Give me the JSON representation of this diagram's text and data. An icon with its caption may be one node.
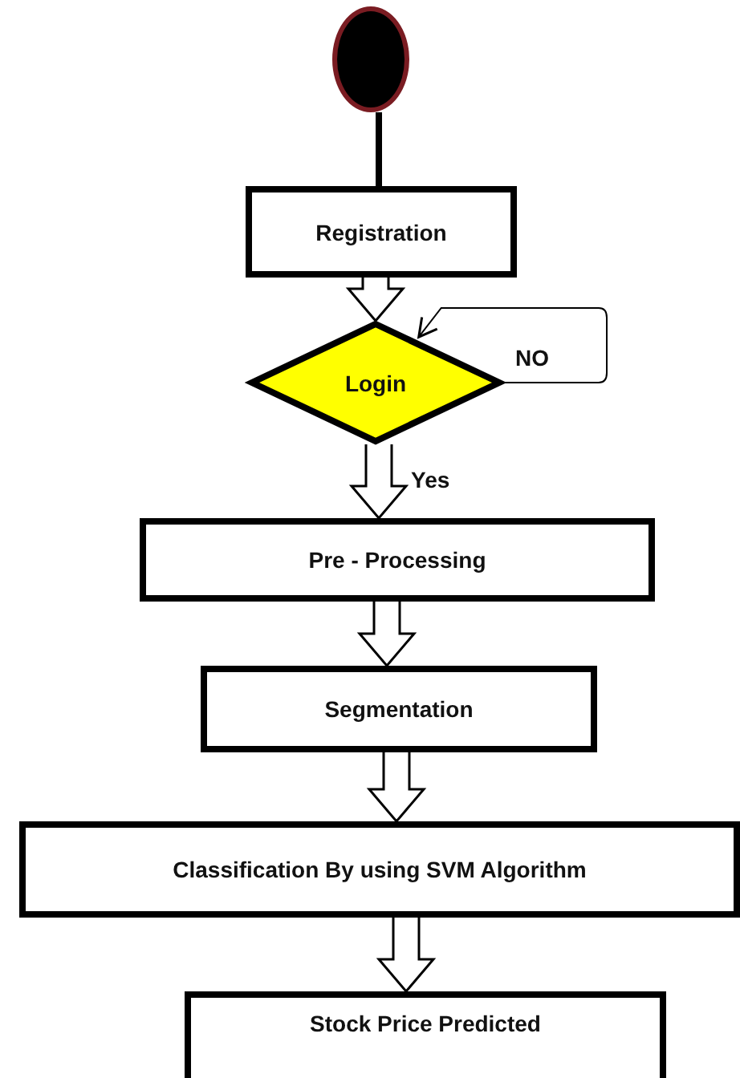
{
  "diagram": {
    "nodes": [
      {
        "text": [],
        "shape": "circle"
      },
      {
        "text": [
          "Registration"
        ]
      },
      {
        "text": [
          "Login"
        ]
      },
      {
        "text": [
          "Pre - Processing"
        ]
      },
      {
        "text": [
          "Segmentation"
        ]
      },
      {
        "text": [
          "Classification By using SVM Algorithm"
        ]
      },
      {
        "text": [
          "Stock Price Predicted"
        ]
      }
    ],
    "edges": [
      {
        "from": 0,
        "to": 1,
        "arrow": "none",
        "style": "thick"
      },
      {
        "from": 1,
        "to": 2,
        "arrow": "to"
      },
      {
        "from": 2,
        "to": 2,
        "arrow": "to",
        "label": "NO"
      },
      {
        "from": 2,
        "to": 3,
        "arrow": "to",
        "label": "Yes"
      },
      {
        "from": 3,
        "to": 4,
        "arrow": "to"
      },
      {
        "from": 4,
        "to": 5,
        "arrow": "to"
      },
      {
        "from": 5,
        "to": 6,
        "arrow": "to"
      }
    ]
  }
}
